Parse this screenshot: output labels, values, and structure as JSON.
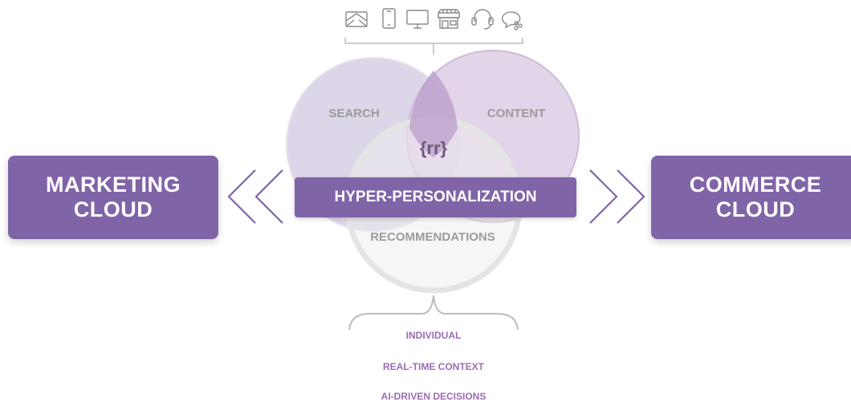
{
  "colors": {
    "brand_purple": "#8064a8",
    "search_circle": "#d7cfe4",
    "content_circle": "#dccae3",
    "recommendations_circle": "#eeeeee",
    "circle_label": "#9b9b9b",
    "attribute_text": "#9a6db3",
    "line_color": "#bdbdbd"
  },
  "channels": {
    "icons": [
      "email-icon",
      "mobile-icon",
      "desktop-icon",
      "store-icon",
      "call-center-icon",
      "chat-icon"
    ]
  },
  "venn": {
    "search_label": "SEARCH",
    "content_label": "CONTENT",
    "recommendations_label": "RECOMMENDATIONS",
    "logo_text": "{rr}"
  },
  "center": {
    "label": "HYPER-PERSONALIZATION"
  },
  "left_box": {
    "line1": "MARKETING",
    "line2": "CLOUD"
  },
  "right_box": {
    "line1": "COMMERCE",
    "line2": "CLOUD"
  },
  "arrows": {
    "left": "chevrons-left-icon",
    "right": "chevrons-right-icon"
  },
  "attributes": [
    "INDIVIDUAL",
    "REAL-TIME CONTEXT",
    "AI-DRIVEN DECISIONS"
  ]
}
